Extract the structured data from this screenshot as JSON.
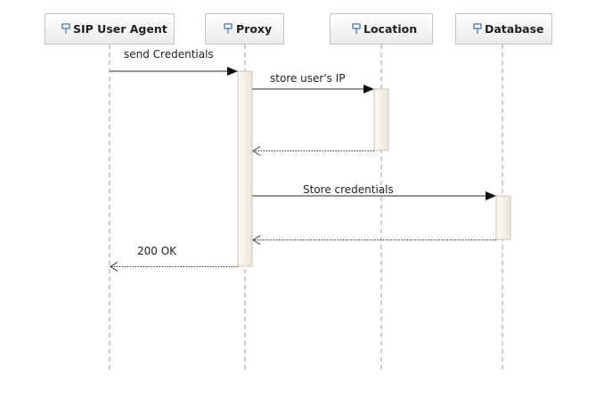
{
  "participants": [
    {
      "id": "sip",
      "label": "SIP User Agent",
      "icon": "plug-icon"
    },
    {
      "id": "proxy",
      "label": "Proxy",
      "icon": "plug-icon"
    },
    {
      "id": "location",
      "label": "Location",
      "icon": "plug-icon"
    },
    {
      "id": "database",
      "label": "Database",
      "icon": "plug-icon"
    }
  ],
  "messages": [
    {
      "from": "sip",
      "to": "proxy",
      "label": "send Credentials",
      "kind": "call"
    },
    {
      "from": "proxy",
      "to": "location",
      "label": "store user's IP",
      "kind": "call"
    },
    {
      "from": "location",
      "to": "proxy",
      "label": "",
      "kind": "return"
    },
    {
      "from": "proxy",
      "to": "database",
      "label": "Store credentials",
      "kind": "call"
    },
    {
      "from": "database",
      "to": "proxy",
      "label": "",
      "kind": "return"
    },
    {
      "from": "proxy",
      "to": "sip",
      "label": "200 OK",
      "kind": "return"
    }
  ],
  "colors": {
    "lifeline": "#bdbdbd",
    "arrow": "#111111",
    "box_border": "#c4c4c4",
    "activation_border": "#cbc4b6",
    "icon": "#3f6fa0"
  }
}
